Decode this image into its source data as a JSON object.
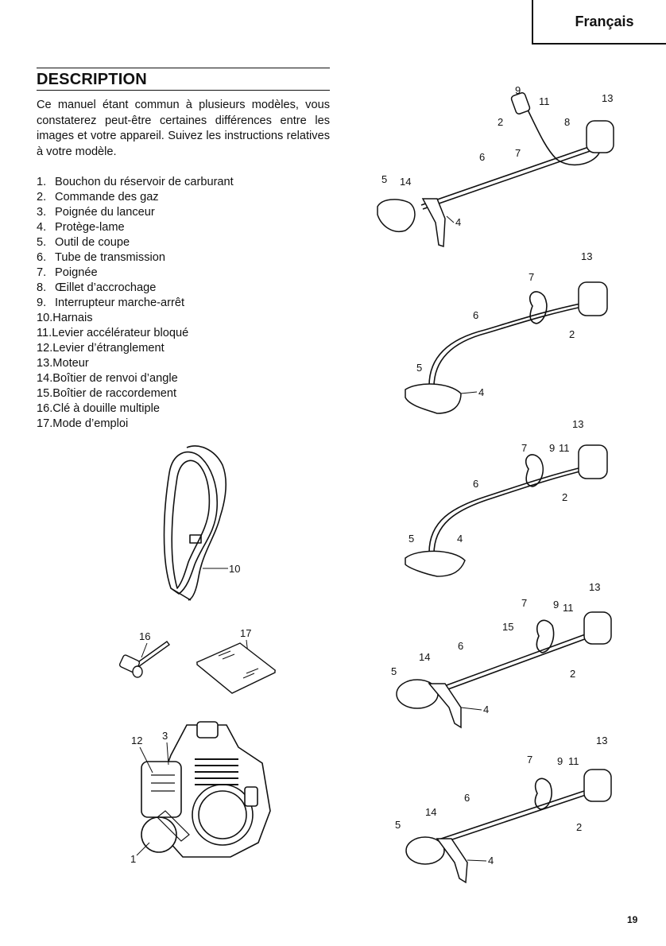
{
  "language_tab": "Français",
  "heading": "DESCRIPTION",
  "intro": "Ce manuel étant commun à plusieurs modèles, vous constaterez peut-être certaines différences entre les images et votre appareil. Suivez les instructions relatives à votre modèle.",
  "parts": [
    {
      "num": "1.",
      "label": "Bouchon du réservoir de carburant"
    },
    {
      "num": "2.",
      "label": "Commande des gaz"
    },
    {
      "num": "3.",
      "label": "Poignée du lanceur"
    },
    {
      "num": "4.",
      "label": "Protège-lame"
    },
    {
      "num": "5.",
      "label": "Outil de coupe"
    },
    {
      "num": "6.",
      "label": "Tube de transmission"
    },
    {
      "num": "7.",
      "label": "Poignée"
    },
    {
      "num": "8.",
      "label": "Œillet d’accrochage"
    },
    {
      "num": "9.",
      "label": "Interrupteur marche-arrêt"
    },
    {
      "num": "10.",
      "label": "Harnais"
    },
    {
      "num": "11.",
      "label": "Levier accélérateur bloqué"
    },
    {
      "num": "12.",
      "label": "Levier d’étranglement"
    },
    {
      "num": "13.",
      "label": "Moteur"
    },
    {
      "num": "14.",
      "label": "Boîtier de renvoi d’angle"
    },
    {
      "num": "15.",
      "label": "Boîtier de raccordement"
    },
    {
      "num": "16.",
      "label": "Clé à douille multiple"
    },
    {
      "num": "17.",
      "label": "Mode d’emploi"
    }
  ],
  "callouts": {
    "n1": "1",
    "n2": "2",
    "n3": "3",
    "n4": "4",
    "n5": "5",
    "n6": "6",
    "n7": "7",
    "n8": "8",
    "n9": "9",
    "n10": "10",
    "n11": "11",
    "n12": "12",
    "n13": "13",
    "n14": "14",
    "n15": "15",
    "n16": "16",
    "n17": "17"
  },
  "page_number": "19"
}
